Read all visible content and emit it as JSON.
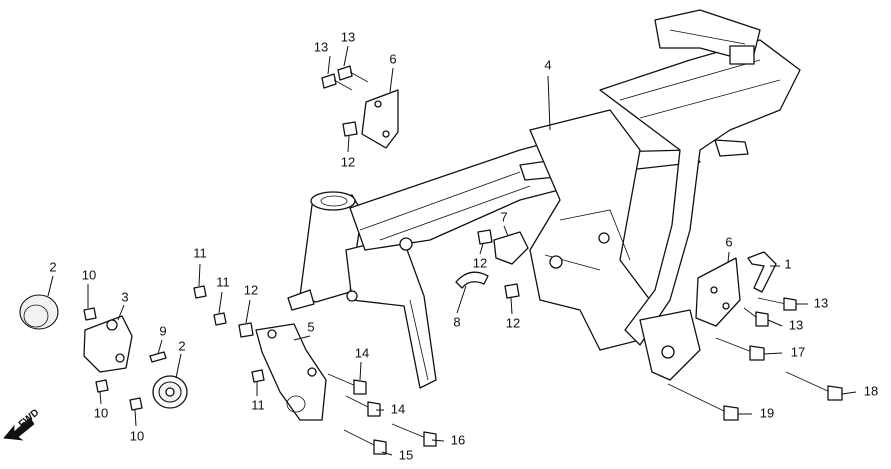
{
  "direction_label": "FWD",
  "callouts": [
    {
      "id": "c1",
      "text": "1"
    },
    {
      "id": "c2a",
      "text": "2"
    },
    {
      "id": "c2b",
      "text": "2"
    },
    {
      "id": "c3",
      "text": "3"
    },
    {
      "id": "c4",
      "text": "4"
    },
    {
      "id": "c5",
      "text": "5"
    },
    {
      "id": "c6a",
      "text": "6"
    },
    {
      "id": "c6b",
      "text": "6"
    },
    {
      "id": "c7",
      "text": "7"
    },
    {
      "id": "c8",
      "text": "8"
    },
    {
      "id": "c9",
      "text": "9"
    },
    {
      "id": "c10a",
      "text": "10"
    },
    {
      "id": "c10b",
      "text": "10"
    },
    {
      "id": "c10c",
      "text": "10"
    },
    {
      "id": "c11a",
      "text": "11"
    },
    {
      "id": "c11b",
      "text": "11"
    },
    {
      "id": "c11c",
      "text": "11"
    },
    {
      "id": "c12a",
      "text": "12"
    },
    {
      "id": "c12b",
      "text": "12"
    },
    {
      "id": "c12c",
      "text": "12"
    },
    {
      "id": "c12d",
      "text": "12"
    },
    {
      "id": "c13a",
      "text": "13"
    },
    {
      "id": "c13b",
      "text": "13"
    },
    {
      "id": "c13c",
      "text": "13"
    },
    {
      "id": "c13d",
      "text": "13"
    },
    {
      "id": "c14a",
      "text": "14"
    },
    {
      "id": "c14b",
      "text": "14"
    },
    {
      "id": "c15",
      "text": "15"
    },
    {
      "id": "c16",
      "text": "16"
    },
    {
      "id": "c17",
      "text": "17"
    },
    {
      "id": "c18",
      "text": "18"
    },
    {
      "id": "c19",
      "text": "19"
    }
  ]
}
